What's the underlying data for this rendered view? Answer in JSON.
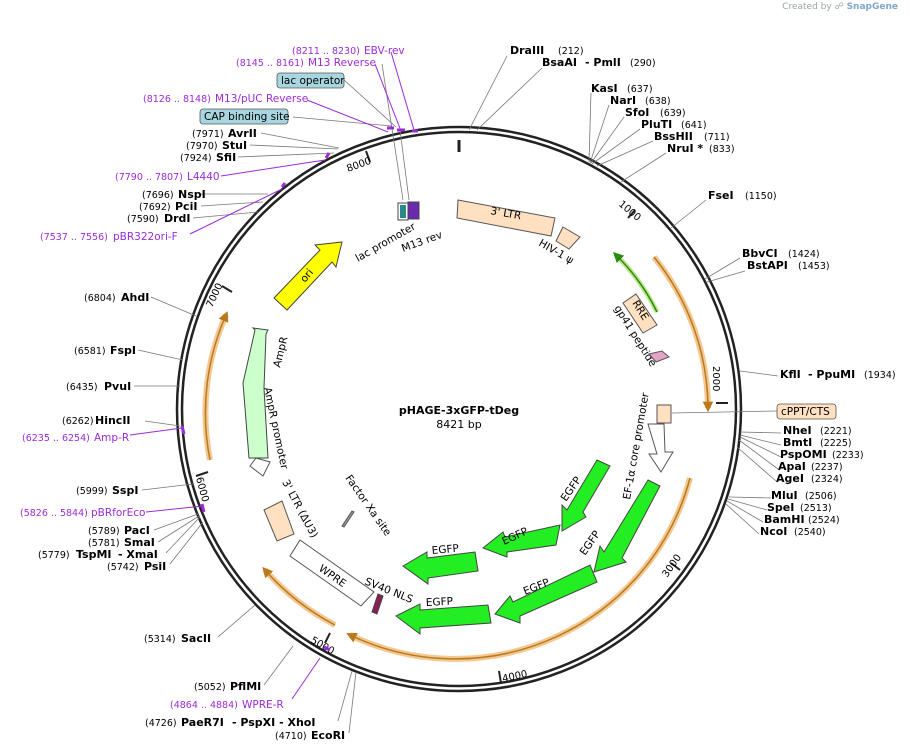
{
  "watermark": {
    "created_by": "Created by",
    "brand": "SnapGene"
  },
  "plasmid": {
    "name": "pHAGE-3xGFP-tDeg",
    "size": "8421 bp"
  },
  "ticks": [
    "1000",
    "2000",
    "3000",
    "4000",
    "5000",
    "6000",
    "7000",
    "8000"
  ],
  "enzymes": [
    {
      "name": "DraIII",
      "pos": "(212)"
    },
    {
      "name": "BsaAI",
      "extra": "- PmlI",
      "pos": "(290)"
    },
    {
      "name": "KasI",
      "pos": "(637)"
    },
    {
      "name": "NarI",
      "pos": "(638)"
    },
    {
      "name": "SfoI",
      "pos": "(639)"
    },
    {
      "name": "PluTI",
      "pos": "(641)"
    },
    {
      "name": "BssHII",
      "pos": "(711)"
    },
    {
      "name": "NruI *",
      "pos": "(833)"
    },
    {
      "name": "FseI",
      "pos": "(1150)"
    },
    {
      "name": "BbvCI",
      "pos": "(1424)"
    },
    {
      "name": "BstAPI",
      "pos": "(1453)"
    },
    {
      "name": "KflI",
      "extra": "- PpuMI",
      "pos": "(1934)"
    },
    {
      "name": "NheI",
      "pos": "(2221)"
    },
    {
      "name": "BmtI",
      "pos": "(2225)"
    },
    {
      "name": "PspOMI",
      "pos": "(2233)"
    },
    {
      "name": "ApaI",
      "pos": "(2237)"
    },
    {
      "name": "AgeI",
      "pos": "(2324)"
    },
    {
      "name": "MluI",
      "pos": "(2506)"
    },
    {
      "name": "SpeI",
      "pos": "(2513)"
    },
    {
      "name": "BamHI",
      "pos": "(2524)"
    },
    {
      "name": "NcoI",
      "pos": "(2540)"
    },
    {
      "name": "EcoRI",
      "pos": "(4710)"
    },
    {
      "name": "PaeR7I",
      "extra": "- PspXI - XhoI",
      "pos": "(4726)"
    },
    {
      "name": "PflMI",
      "pos": "(5052)"
    },
    {
      "name": "SacII",
      "pos": "(5314)"
    },
    {
      "name": "PsiI",
      "pos": "(5742)"
    },
    {
      "name": "TspMI",
      "extra": "- XmaI",
      "pos": "(5779)"
    },
    {
      "name": "SmaI",
      "pos": "(5781)"
    },
    {
      "name": "PacI",
      "pos": "(5789)"
    },
    {
      "name": "SspI",
      "pos": "(5999)"
    },
    {
      "name": "HincII",
      "pos": "(6262)"
    },
    {
      "name": "PvuI",
      "pos": "(6435)"
    },
    {
      "name": "FspI",
      "pos": "(6581)"
    },
    {
      "name": "AhdI",
      "pos": "(6804)"
    },
    {
      "name": "DrdI",
      "pos": "(7590)"
    },
    {
      "name": "PciI",
      "pos": "(7692)"
    },
    {
      "name": "NspI",
      "pos": "(7696)"
    },
    {
      "name": "SfiI",
      "pos": "(7924)"
    },
    {
      "name": "StuI",
      "pos": "(7970)"
    },
    {
      "name": "AvrII",
      "pos": "(7971)"
    }
  ],
  "primers": [
    {
      "name": "EBV-rev",
      "pos": "(8211 .. 8230)"
    },
    {
      "name": "M13 Reverse",
      "pos": "(8145 .. 8161)"
    },
    {
      "name": "M13/pUC Reverse",
      "pos": "(8126 .. 8148)"
    },
    {
      "name": "L4440",
      "pos": "(7790 .. 7807)"
    },
    {
      "name": "pBR322ori-F",
      "pos": "(7537 .. 7556)"
    },
    {
      "name": "Amp-R",
      "pos": "(6235 .. 6254)"
    },
    {
      "name": "pBRforEco",
      "pos": "(5826 .. 5844)"
    },
    {
      "name": "WPRE-R",
      "pos": "(4864 .. 4884)"
    }
  ],
  "boxed_labels": {
    "lac_operator": "lac operator",
    "cap_binding": "CAP binding site",
    "cppt": "cPPT/CTS"
  },
  "features": {
    "ltr3": "3' LTR",
    "hiv_psi": "HIV-1 ψ",
    "rre": "RRE",
    "gp41": "gp41 peptide",
    "ef1a": "EF-1α core promoter",
    "egfp": "EGFP",
    "sv40": "SV40 NLS",
    "wpre": "WPRE",
    "ltr3u3": "3' LTR (ΔU3)",
    "factorxa": "Factor Xa site",
    "ampr_promoter": "AmpR promoter",
    "ampr": "AmpR",
    "ori": "ori",
    "lac_promoter": "lac promoter",
    "m13rev": "M13 rev"
  },
  "colors": {
    "backbone": "#222222",
    "egfp": "#22ee22",
    "ori": "#ffff00",
    "ampr": "#ccffcc",
    "ltr": "#ffe0c0",
    "primer": "#9b2bd6",
    "promoter_white": "#ffffff",
    "boxed_fill": "#a7d5e0",
    "orange_glow": "#f4c892",
    "orange_line": "#c88a20"
  }
}
